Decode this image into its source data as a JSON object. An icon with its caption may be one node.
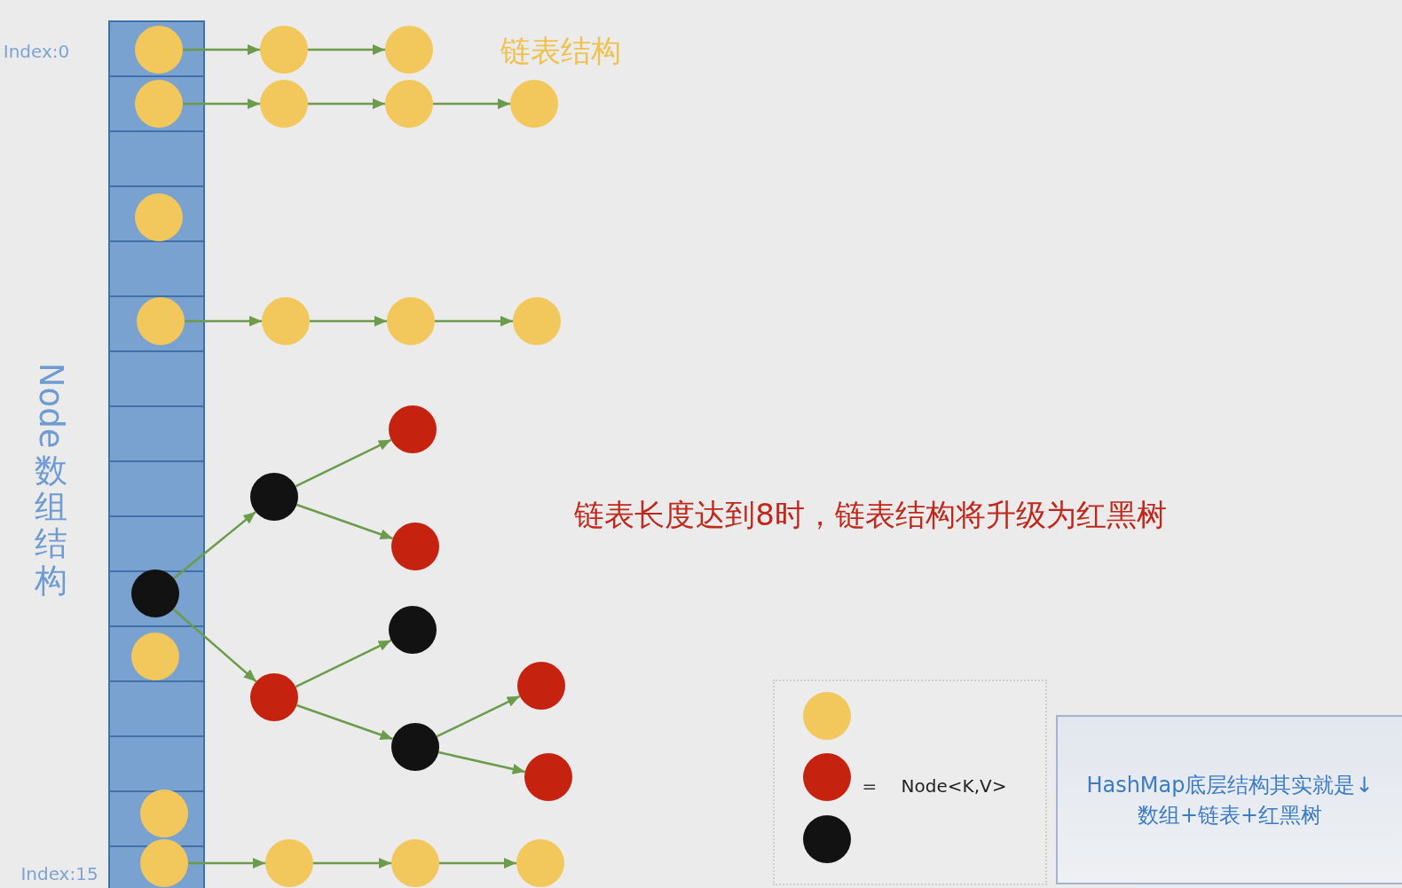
{
  "diagram": {
    "nodes": [
      {
        "text": [],
        "shape": "bar"
      },
      {
        "text": [],
        "shape": "circle",
        "in": 0
      },
      {
        "text": [],
        "shape": "circle"
      },
      {
        "text": [],
        "shape": "circle"
      },
      {
        "text": [],
        "shape": "circle",
        "in": 0
      },
      {
        "text": [],
        "shape": "circle"
      },
      {
        "text": [],
        "shape": "circle"
      },
      {
        "text": [],
        "shape": "circle"
      },
      {
        "text": [],
        "shape": "circle",
        "in": 0
      },
      {
        "text": [],
        "shape": "circle",
        "in": 0
      },
      {
        "text": [],
        "shape": "circle"
      },
      {
        "text": [],
        "shape": "circle"
      },
      {
        "text": [],
        "shape": "circle"
      },
      {
        "text": [],
        "shape": "circle"
      },
      {
        "text": [],
        "shape": "circle"
      },
      {
        "text": [],
        "shape": "circle"
      },
      {
        "text": [],
        "shape": "circle",
        "in": 0
      },
      {
        "text": [],
        "shape": "circle"
      },
      {
        "text": [],
        "shape": "circle",
        "in": 0
      },
      {
        "text": [],
        "shape": "circle"
      },
      {
        "text": [],
        "shape": "circle"
      },
      {
        "text": [],
        "shape": "circle"
      },
      {
        "text": [],
        "shape": "circle"
      },
      {
        "text": [],
        "shape": "circle",
        "in": 0
      },
      {
        "text": [],
        "shape": "circle",
        "in": 0
      },
      {
        "text": [],
        "shape": "circle"
      },
      {
        "text": [],
        "shape": "circle"
      },
      {
        "text": [],
        "shape": "circle"
      },
      {
        "text": [
          "HashMap底层结构其实就是↓数组+链表+红黑树"
        ]
      }
    ],
    "edges": [
      {
        "from": 1,
        "to": 2,
        "arrow": "to"
      },
      {
        "from": 2,
        "to": 3,
        "arrow": "to"
      },
      {
        "from": 4,
        "to": 5,
        "arrow": "to"
      },
      {
        "from": 5,
        "to": 6,
        "arrow": "to"
      },
      {
        "from": 6,
        "to": 7,
        "arrow": "to"
      },
      {
        "from": 9,
        "to": 10,
        "arrow": "to"
      },
      {
        "from": 10,
        "to": 11,
        "arrow": "to"
      },
      {
        "from": 11,
        "to": 12,
        "arrow": "to"
      },
      {
        "from": 16,
        "to": 14,
        "arrow": "to"
      },
      {
        "from": 16,
        "to": 20,
        "arrow": "to"
      },
      {
        "from": 14,
        "to": 13,
        "arrow": "to"
      },
      {
        "from": 14,
        "to": 15,
        "arrow": "to"
      },
      {
        "from": 20,
        "to": 17,
        "arrow": "to"
      },
      {
        "from": 20,
        "to": 21,
        "arrow": "to"
      },
      {
        "from": 21,
        "to": 19,
        "arrow": "to"
      },
      {
        "from": 21,
        "to": 22,
        "arrow": "to"
      },
      {
        "from": 24,
        "to": 25,
        "arrow": "to"
      },
      {
        "from": 25,
        "to": 26,
        "arrow": "to"
      },
      {
        "from": 26,
        "to": 27,
        "arrow": "to"
      }
    ],
    "labels": [
      "Index:0",
      "链表结构",
      "Node数组结构",
      "链表长度达到8时，链表结构将升级为红黑树",
      "=",
      "Index:15"
    ],
    "legend": [
      {
        "text": "Node<K,V>"
      }
    ]
  }
}
